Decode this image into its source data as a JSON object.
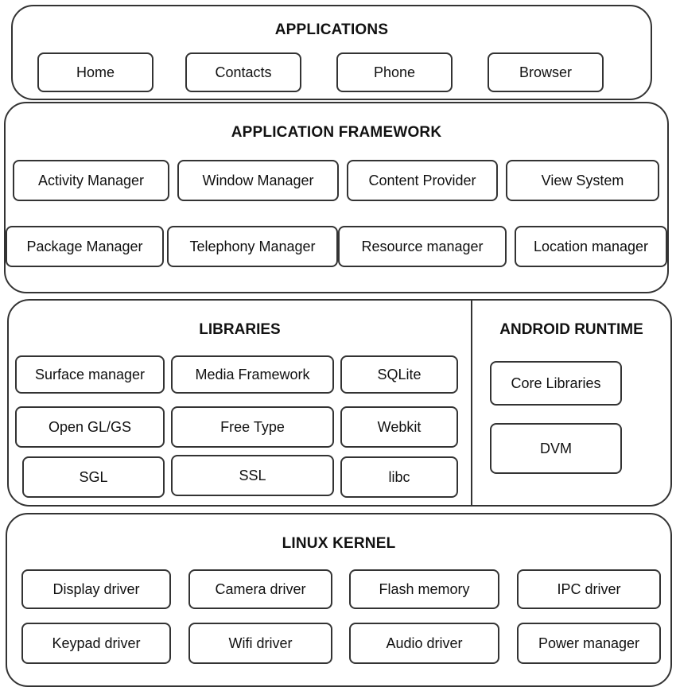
{
  "applications": {
    "title": "APPLICATIONS",
    "items": [
      "Home",
      "Contacts",
      "Phone",
      "Browser"
    ]
  },
  "framework": {
    "title": "APPLICATION FRAMEWORK",
    "row1": [
      "Activity Manager",
      "Window  Manager",
      "Content Provider",
      "View System"
    ],
    "row2": [
      "Package Manager",
      "Telephony Manager",
      "Resource manager",
      "Location manager"
    ]
  },
  "libraries": {
    "title": "LIBRARIES",
    "row1": [
      "Surface manager",
      "Media Framework",
      "SQLite"
    ],
    "row2": [
      "Open GL/GS",
      "Free Type",
      "Webkit"
    ],
    "row3": [
      "SGL",
      "SSL",
      "libc"
    ]
  },
  "runtime": {
    "title": "ANDROID RUNTIME",
    "items": [
      "Core Libraries",
      "DVM"
    ]
  },
  "kernel": {
    "title": "LINUX KERNEL",
    "row1": [
      "Display driver",
      "Camera driver",
      "Flash memory",
      "IPC driver"
    ],
    "row2": [
      "Keypad driver",
      "Wifi driver",
      "Audio driver",
      "Power manager"
    ]
  }
}
